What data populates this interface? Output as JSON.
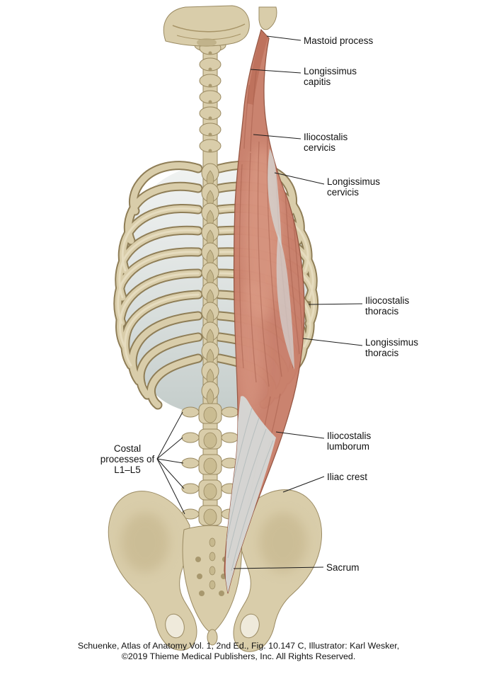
{
  "labels": {
    "mastoid_process": "Mastoid process",
    "longissimus_capitis": "Longissimus capitis",
    "iliocostalis_cervicis": "Iliocostalis cervicis",
    "longissimus_cervicis": "Longissimus cervicis",
    "iliocostalis_thoracis": "Iliocostalis thoracis",
    "longissimus_thoracis": "Longissimus thoracis",
    "iliocostalis_lumborum": "Iliocostalis lumborum",
    "iliac_crest": "Iliac crest",
    "sacrum": "Sacrum",
    "costal_processes": "Costal processes of L1–L5"
  },
  "caption": {
    "line1": "Schuenke, Atlas of Anatomy Vol. 1, 2nd Ed., Fig. 10.147 C, Illustrator: Karl Wesker,",
    "line2": "©2019 Thieme Medical Publishers, Inc. All Rights Reserved."
  },
  "colors": {
    "bone": "#d9cdaa",
    "bone_outline": "#9a8a62",
    "muscle": "#c97f6b",
    "muscle_dark": "#a35d4a",
    "tendon": "#d6dbda",
    "cavity": "#a9b6b2",
    "label_text": "#111111"
  }
}
